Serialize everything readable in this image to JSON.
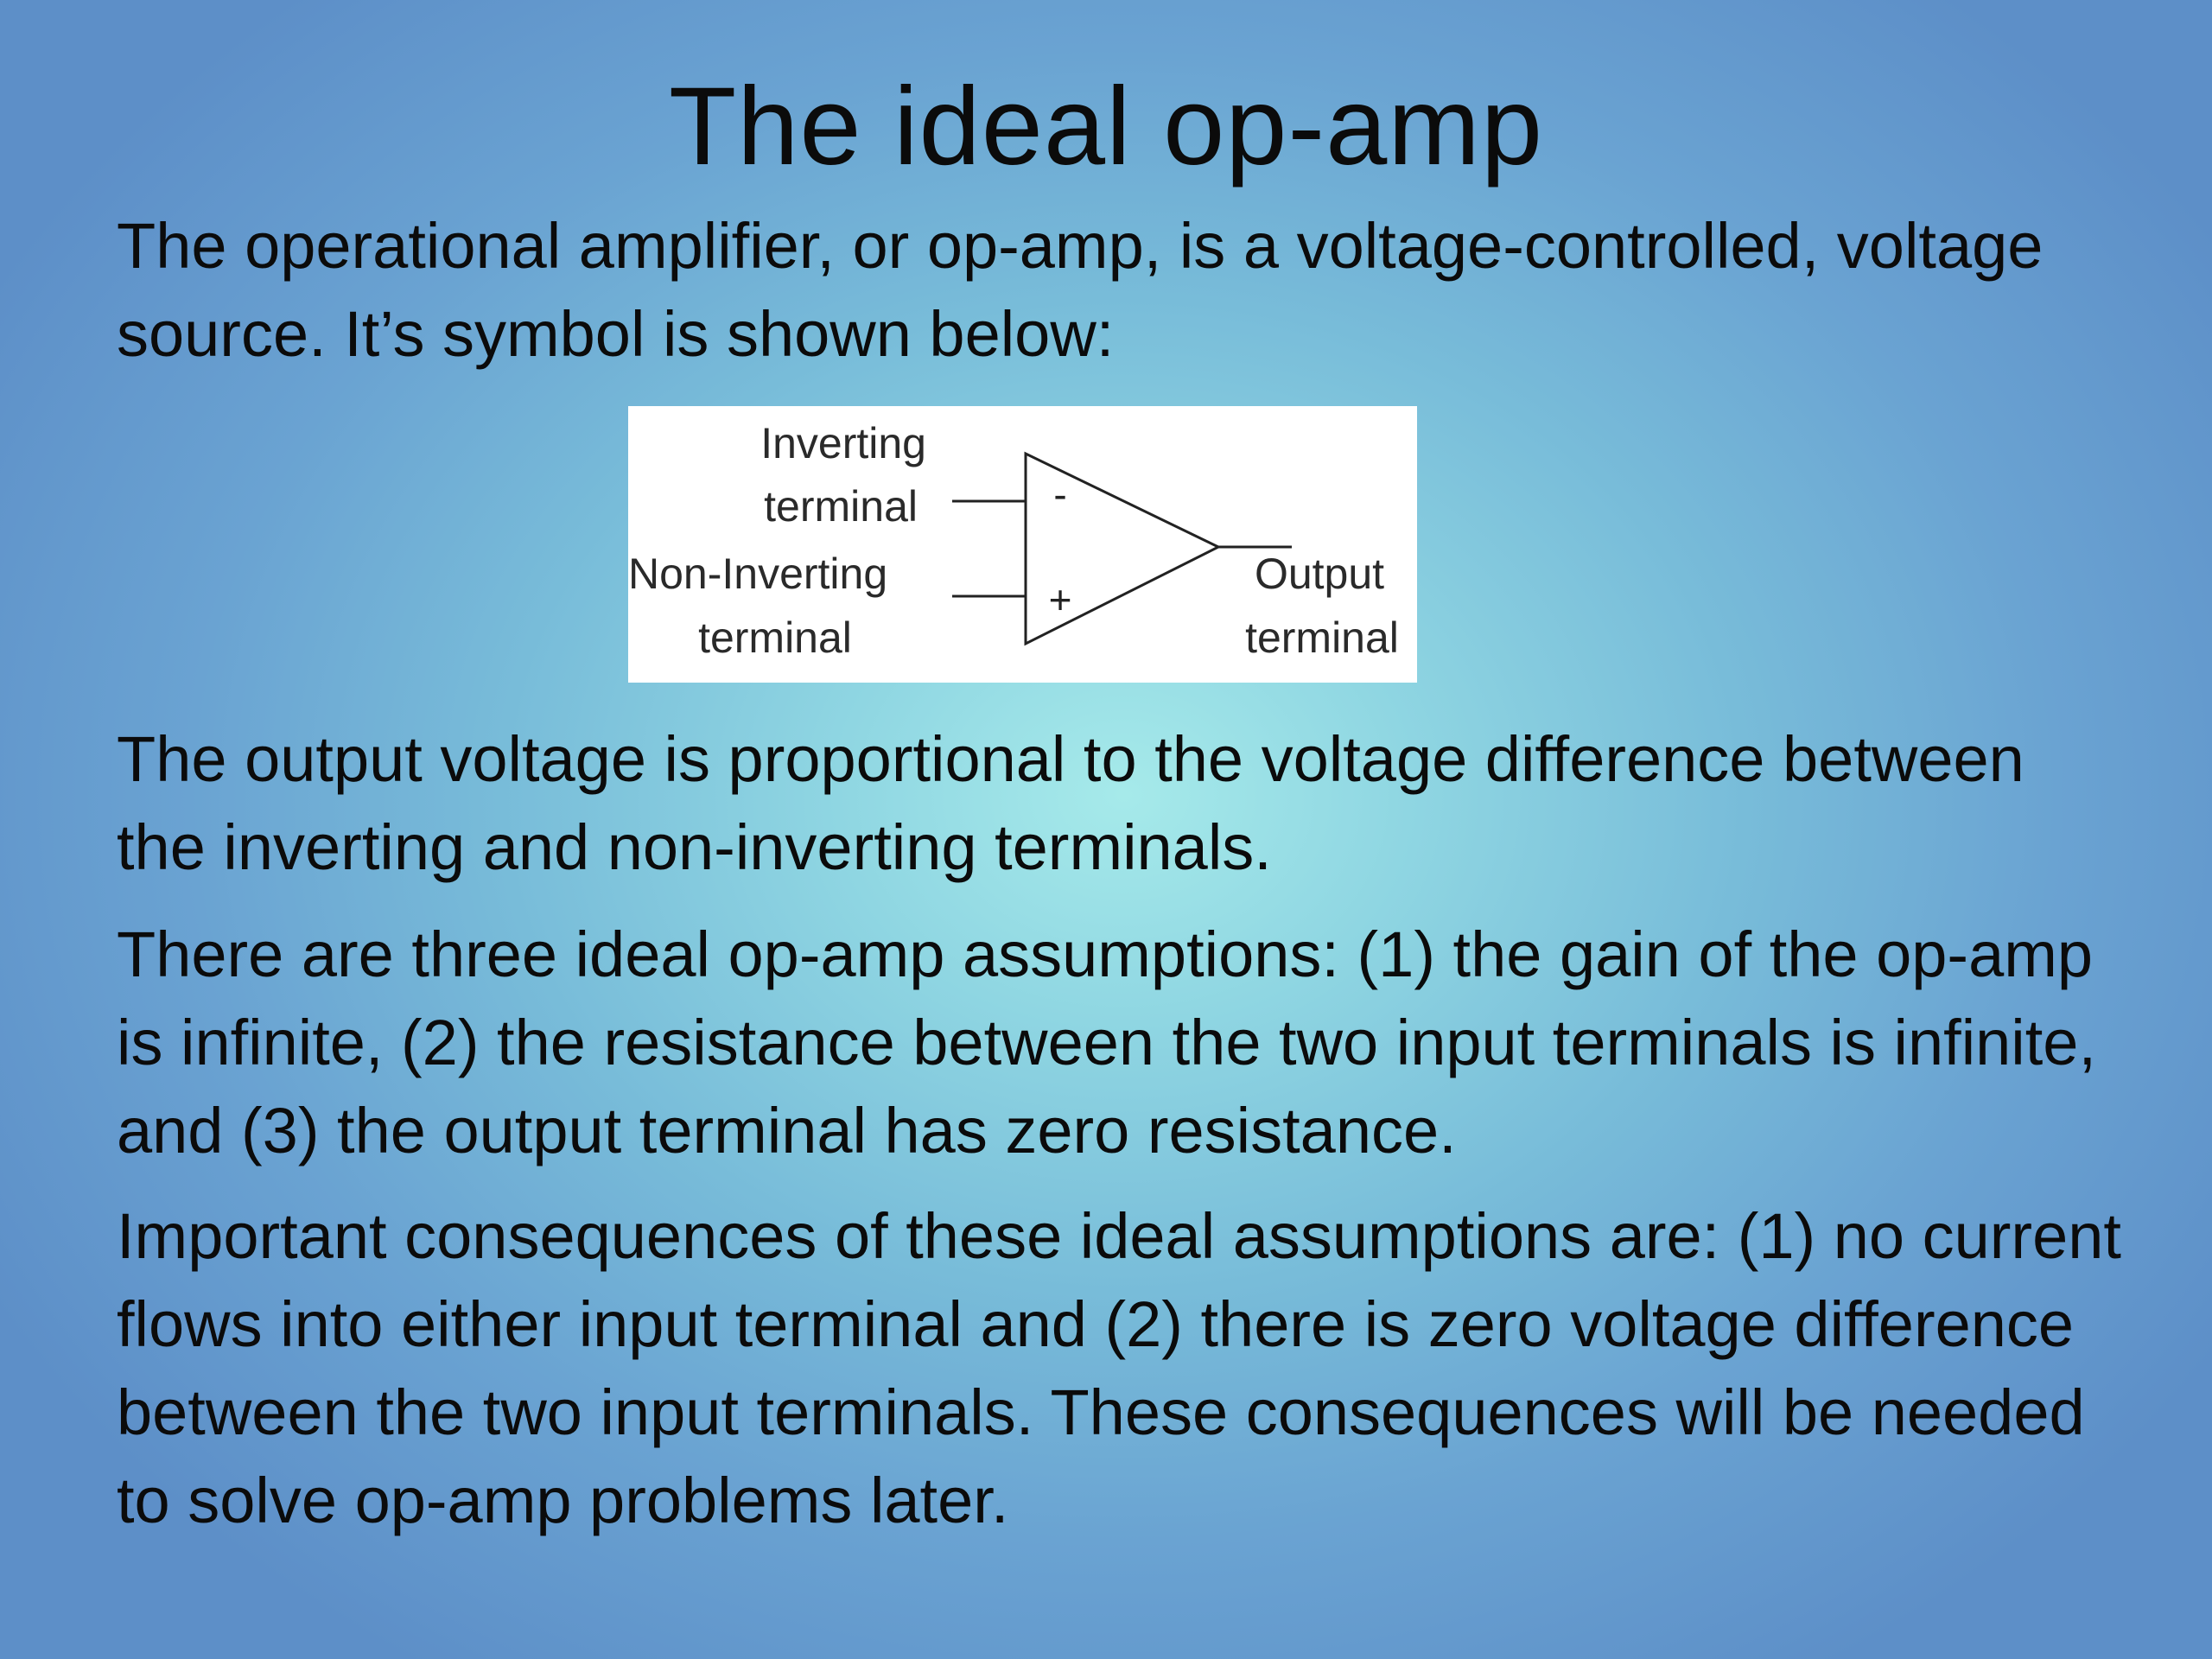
{
  "slide": {
    "title": "The ideal op-amp",
    "intro": "The operational amplifier, or op-amp, is a voltage-controlled, voltage source. It’s symbol is shown below:",
    "output_statement": "The output voltage is proportional to the voltage difference between the inverting and non-inverting terminals.",
    "assumptions": "There are three ideal op-amp assumptions: (1) the gain of the op-amp is infinite, (2) the resistance between the two input terminals is infinite, and (3) the output terminal has zero resistance.",
    "consequences": "Important consequences of these ideal assumptions are: (1) no current flows into either input terminal and (2) there is zero voltage difference between the two input terminals. These consequences will be needed to solve op-amp problems later."
  },
  "figure": {
    "inverting_label_line1": "Inverting",
    "inverting_label_line2": "terminal",
    "noninverting_label_line1": "Non-Inverting",
    "noninverting_label_line2": "terminal",
    "output_label_line1": "Output",
    "output_label_line2": "terminal",
    "minus_sign": "-",
    "plus_sign": "+"
  }
}
